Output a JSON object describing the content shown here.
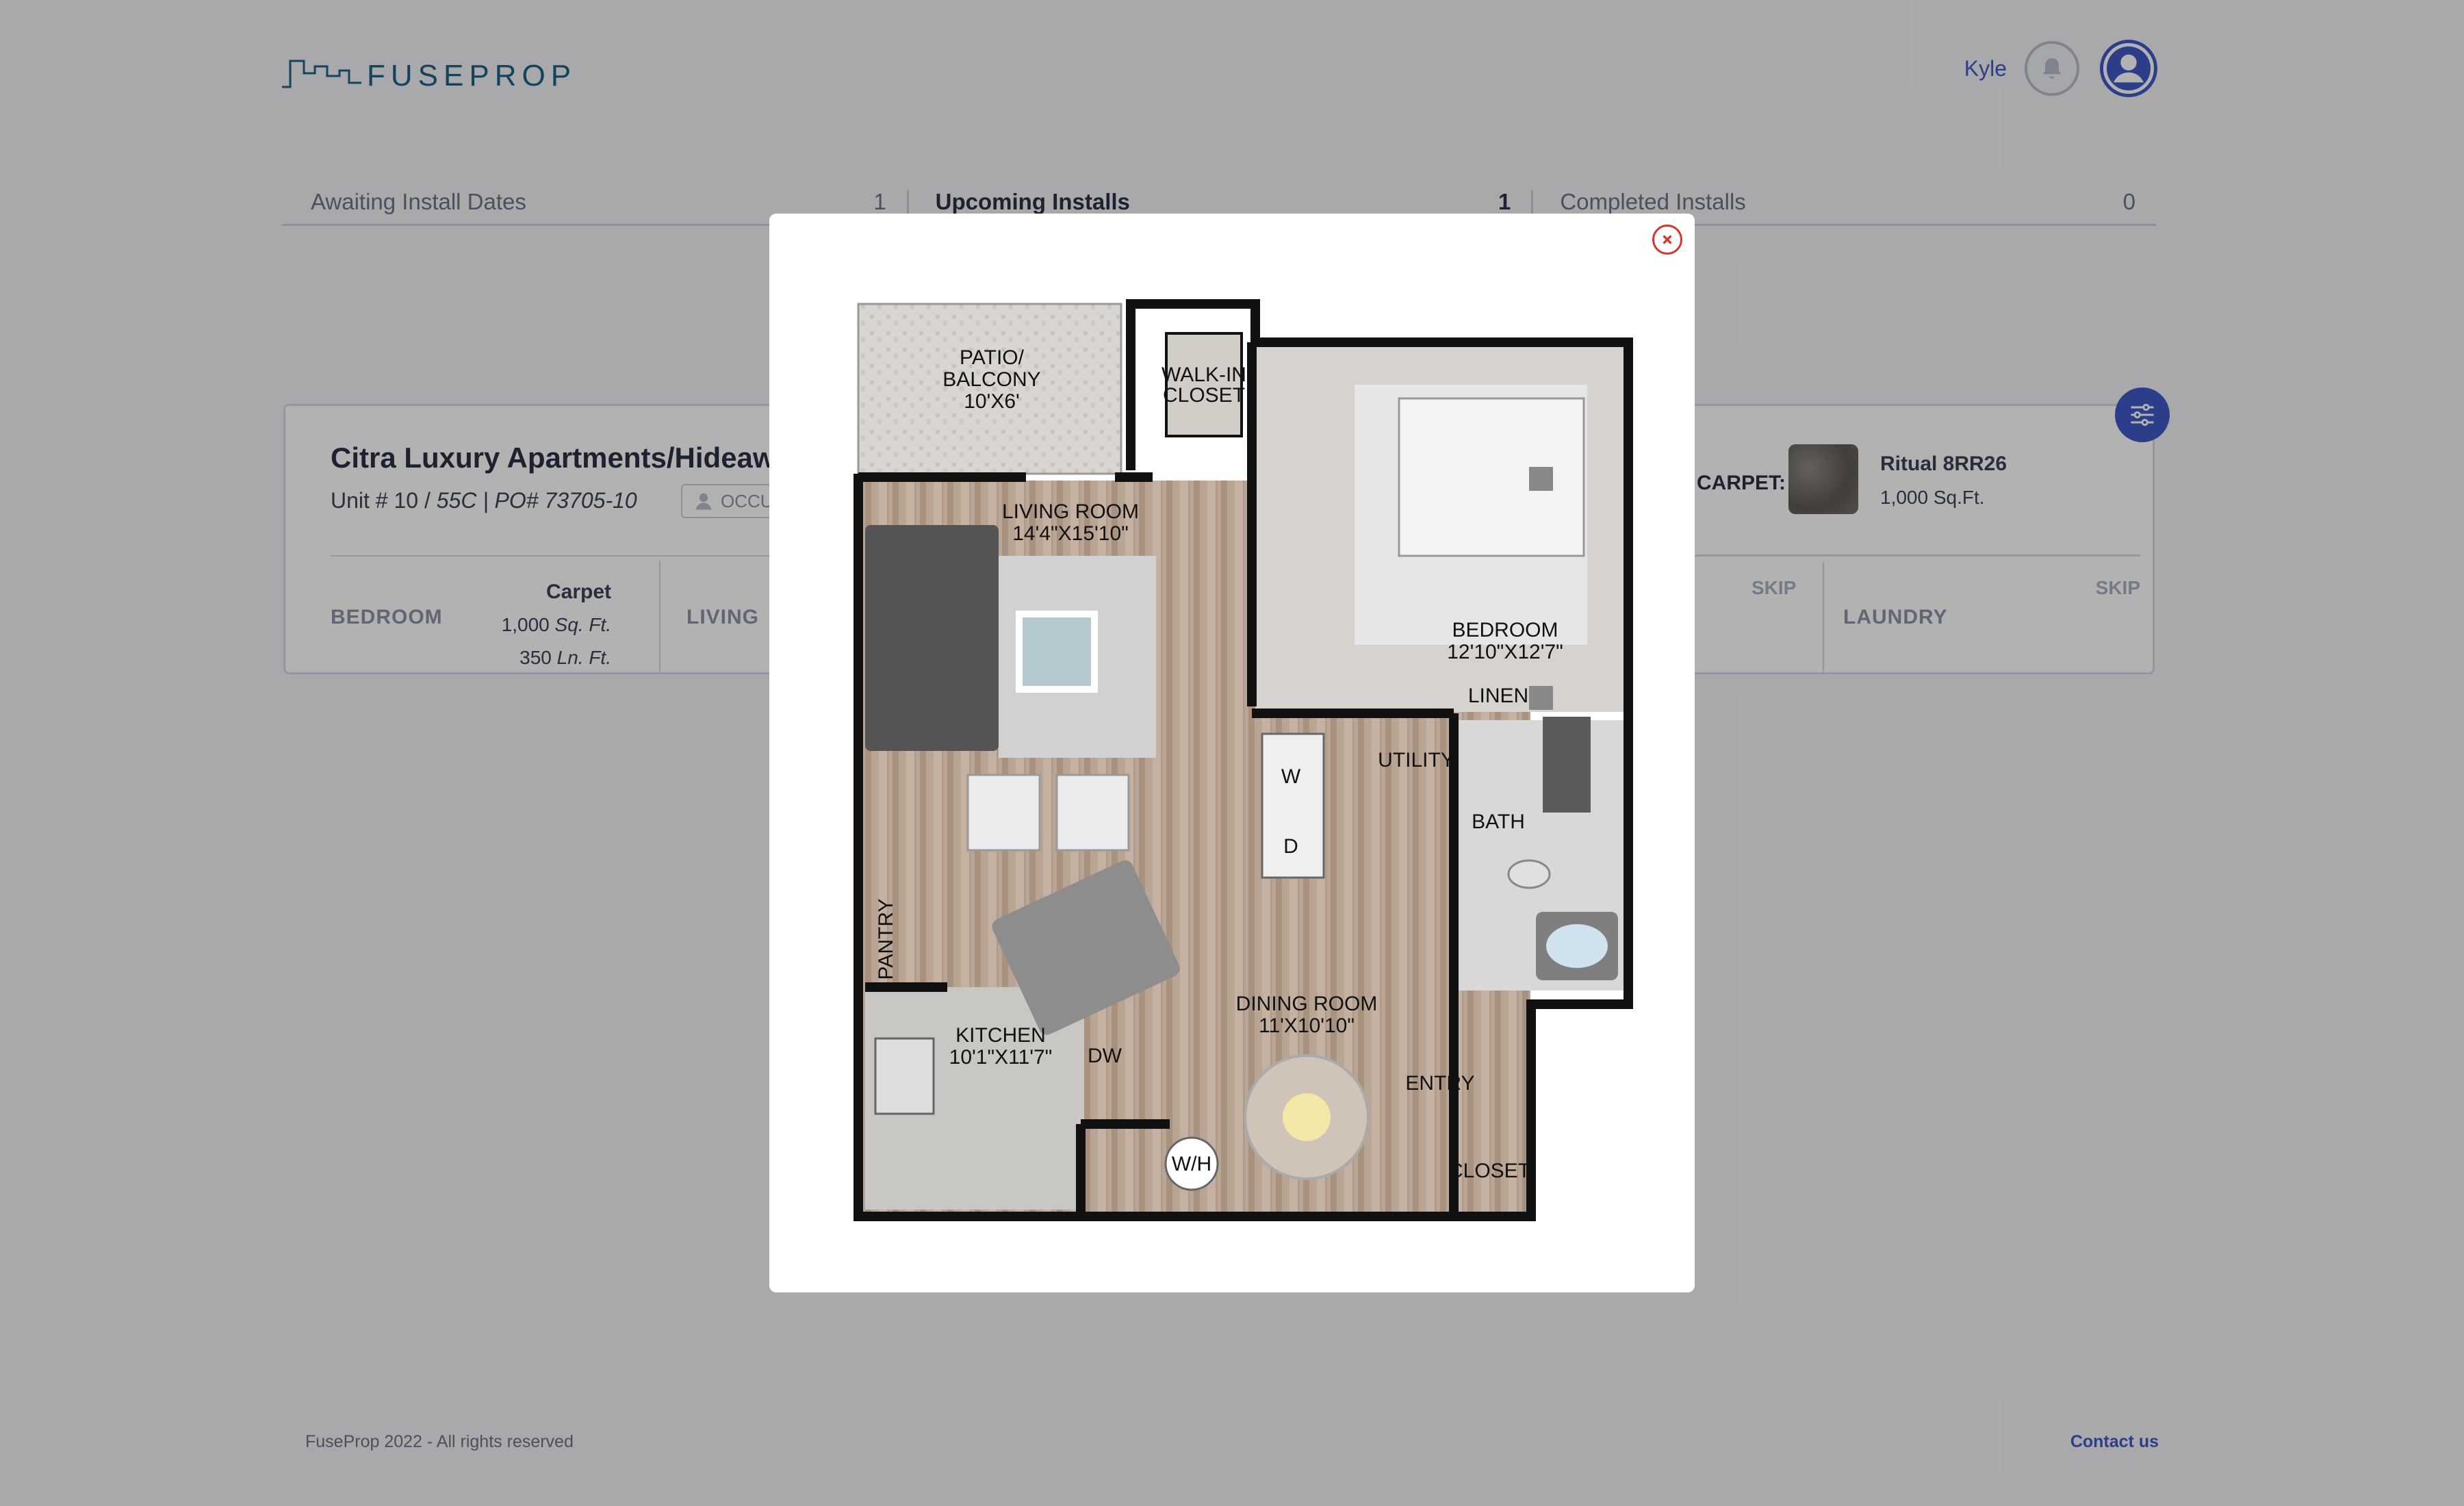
{
  "header": {
    "logo_text": "FUSEPROP",
    "user_name": "Kyle"
  },
  "tabs": [
    {
      "label": "Awaiting Install Dates",
      "count": "1"
    },
    {
      "label": "Upcoming Installs",
      "count": "1"
    },
    {
      "label": "Completed Installs",
      "count": "0"
    }
  ],
  "card": {
    "title": "Citra Luxury Apartments/Hideaw",
    "unit_prefix": "Unit # ",
    "unit_number": "10",
    "unit_sep": " / ",
    "unit_code": "55C",
    "po_text": " | PO# 73705-10",
    "status_badge": "OCCU",
    "rooms": [
      {
        "name": "BEDROOM",
        "material": "Carpet",
        "sq_value": "1,000",
        "sq_unit": "Sq. Ft.",
        "ln_value": "350",
        "ln_unit": "Ln. Ft."
      },
      {
        "name": "LIVING"
      }
    ],
    "carpet_label": "CARPET:",
    "carpet_name": "Ritual 8RR26",
    "carpet_area": "1,000 Sq.Ft.",
    "skip_labels": [
      "SKIP",
      "SKIP"
    ],
    "laundry_label": "LAUNDRY"
  },
  "modal": {
    "floorplan_labels": {
      "patio_1": "PATIO/",
      "patio_2": "BALCONY",
      "patio_3": "10'X6'",
      "walkin_1": "WALK-IN",
      "walkin_2": "CLOSET",
      "living_1": "LIVING ROOM",
      "living_2": "14'4\"X15'10\"",
      "bedroom_1": "BEDROOM",
      "bedroom_2": "12'10\"X12'7\"",
      "linen": "LINEN",
      "washer": "W",
      "dryer": "D",
      "utility": "UTILITY",
      "bath": "BATH",
      "pantry": "PANTRY",
      "dining_1": "DINING ROOM",
      "dining_2": "11'X10'10\"",
      "kitchen_1": "KITCHEN",
      "kitchen_2": "10'1\"X11'7\"",
      "dw": "DW",
      "wh": "W/H",
      "entry": "ENTRY",
      "closet": "CLOSET"
    }
  },
  "footer": {
    "copyright": "FuseProp 2022 - All rights reserved",
    "contact": "Contact us"
  },
  "colors": {
    "accent": "#3f59c4",
    "logo": "#1f5f86",
    "close": "#d9352b",
    "overlay": "rgba(0,0,0,0.30)"
  },
  "icons": [
    "bell-icon",
    "user-avatar-icon",
    "filter-sliders-icon",
    "close-icon",
    "user-badge-icon"
  ]
}
